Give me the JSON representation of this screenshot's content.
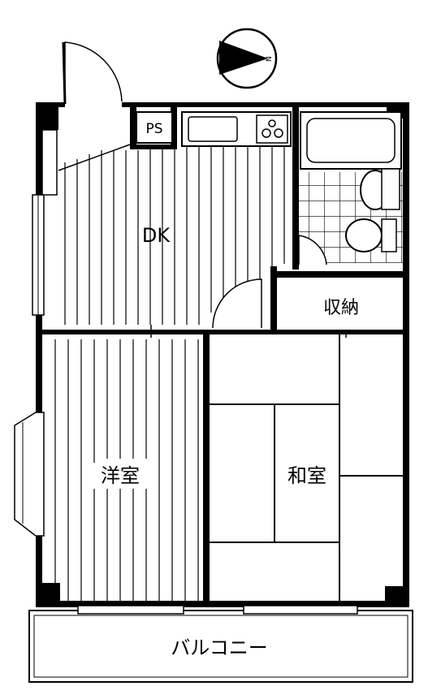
{
  "rooms": {
    "ps": "PS",
    "dk": "DK",
    "storage": "収納",
    "western_room": "洋室",
    "japanese_room": "和室",
    "balcony": "バルコニー"
  },
  "compass": {
    "north_mark": "N"
  }
}
